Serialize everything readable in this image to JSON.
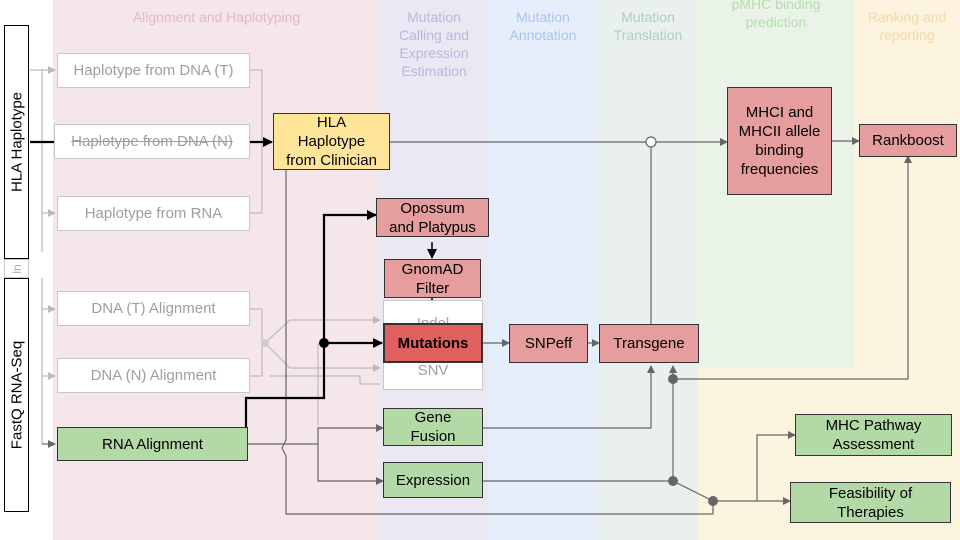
{
  "bands": [
    {
      "label": "Alignment and Haplotyping",
      "color": "#f5e6ea",
      "text_color": "#e4b8c4"
    },
    {
      "label": "Mutation\nCalling and\nExpression\nEstimation",
      "color": "#ebe8f4",
      "text_color": "#bcb6dc"
    },
    {
      "label": "Mutation\nAnnotation",
      "color": "#e6eefb",
      "text_color": "#a8c4ef"
    },
    {
      "label": "Mutation\nTranslation",
      "color": "#e9f0ee",
      "text_color": "#a9cfc6"
    },
    {
      "label": "pMHC binding\nprediction",
      "color": "#eaf3e8",
      "text_color": "#b6dcb0"
    },
    {
      "label": "Ranking and\nreporting",
      "color": "#fdf4df",
      "text_color": "#f3dc9e"
    }
  ],
  "side_labels": {
    "hla": "HLA Haplotype",
    "ln": "ln",
    "fastq": "FastQ RNA-Seq"
  },
  "nodes": {
    "haplotype_dna_t": "Haplotype from DNA (T)",
    "haplotype_dna_n": "Haplotype from DNA (N)",
    "haplotype_rna": "Haplotype from RNA",
    "hla_clinician": "HLA\nHaplotype\nfrom Clinician",
    "dna_t_alignment": "DNA (T) Alignment",
    "dna_n_alignment": "DNA (N) Alignment",
    "rna_alignment": "RNA Alignment",
    "opossum": "Opossum\nand Platypus",
    "gnomad": "GnomAD\nFilter",
    "indel": "Indel",
    "mutations": "Mutations",
    "snv": "SNV",
    "gene_fusion": "Gene\nFusion",
    "expression": "Expression",
    "snpeff": "SNPeff",
    "transgene": "Transgene",
    "mhc_binding": "MHCI and\nMHCII allele\nbinding\nfrequencies",
    "rankboost": "Rankboost",
    "mhc_pathway": "MHC Pathway\nAssessment",
    "feasibility": "Feasibility of\nTherapies"
  }
}
